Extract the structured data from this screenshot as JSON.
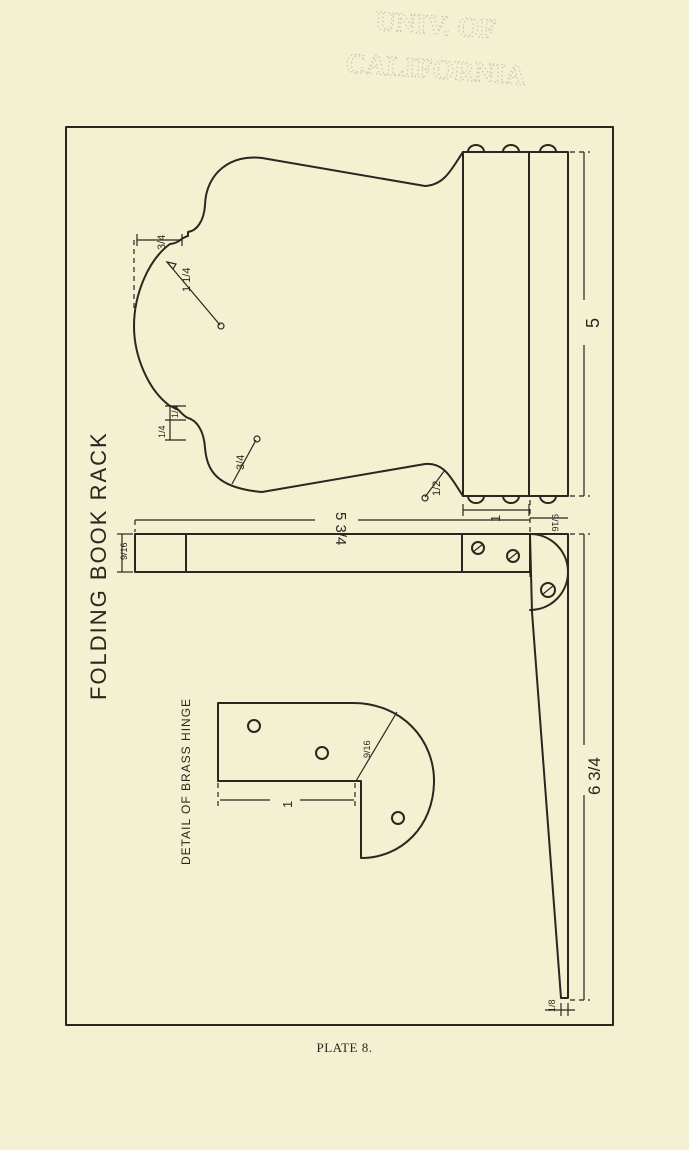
{
  "stamp": {
    "line1": "UNIV. OF",
    "line2": "CALIFORNIA"
  },
  "title": "FOLDING BOOK RACK",
  "detail_label": "DETAIL OF BRASS HINGE",
  "caption": "PLATE 8.",
  "dimensions": {
    "end_height": "5",
    "base_length": "6 3/4",
    "upright_length": "5 3/4",
    "upright_width": "9/16",
    "base_offset": "9/16",
    "notch_width": "1",
    "hinge_length": "1",
    "hinge_radius": "9/16",
    "arch_radius": "1 1/4",
    "arch_rise": "3/4",
    "curve_radius_large": "3/4",
    "curve_radius_small": "1/2",
    "step_upper": "1/4",
    "step_lower": "1/4",
    "foot_width": "1/8"
  }
}
